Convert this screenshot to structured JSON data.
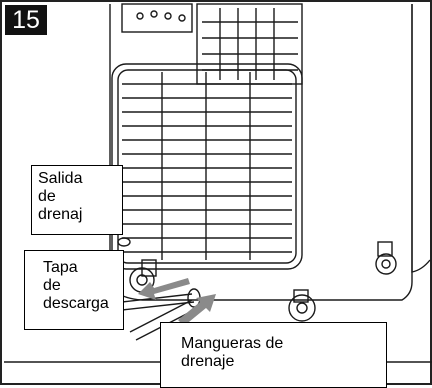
{
  "step_number": "15",
  "labels": {
    "drain_outlet": [
      "Salida",
      "de",
      "drenaj"
    ],
    "discharge_cap": [
      "Tapa",
      "de",
      "descarga"
    ],
    "drain_hoses": [
      "Mangueras de",
      "drenaje"
    ]
  },
  "colors": {
    "outline": "#1a1a1a",
    "badge": "#111111",
    "arrow": "#8a8a8a",
    "background": "#ffffff"
  }
}
